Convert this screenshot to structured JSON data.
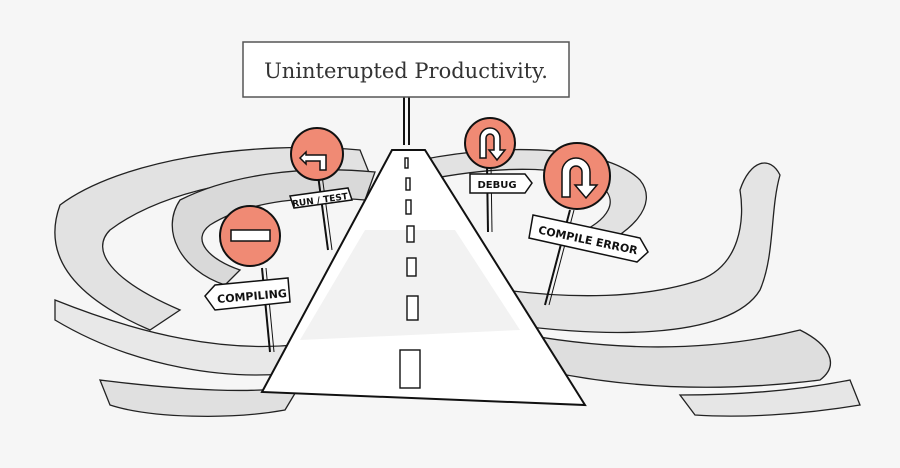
{
  "title": "Uninterupted Productivity.",
  "signs": {
    "run_test": "RUN / TEST",
    "debug": "DEBUG",
    "compiling": "COMPILING",
    "compile_error": "COMPILE ERROR"
  },
  "colors": {
    "background": "#f6f6f6",
    "road_loop": "#e4e4e4",
    "road_main": "#ffffff",
    "sign_red": "#f08a74",
    "sign_red_dark": "#e0604a",
    "ink": "#111111"
  },
  "icons": {
    "run_test": "turn-left-arrow-icon",
    "debug": "u-turn-icon",
    "compile_error": "u-turn-icon",
    "compiling": "no-entry-icon"
  }
}
